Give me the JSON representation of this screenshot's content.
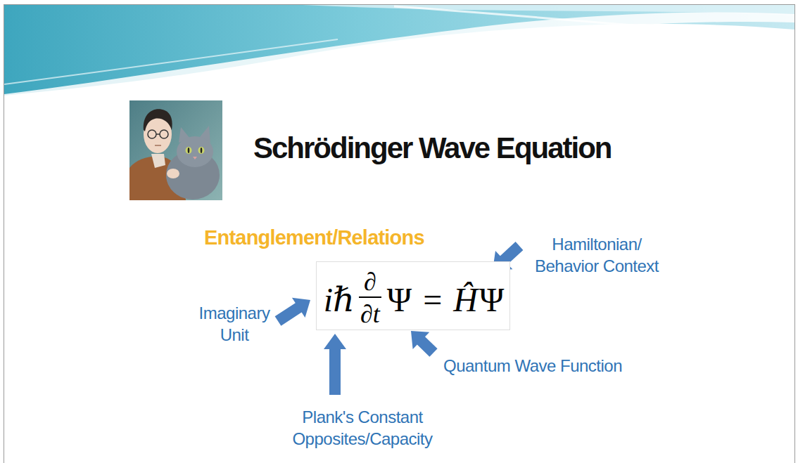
{
  "diagram": {
    "title": "Schrödinger Wave Equation",
    "nodes": [
      {
        "text": [
          "iℏ",
          "∂",
          "∂t",
          "Ψ",
          "=",
          "Ĥ",
          "Ψ"
        ]
      }
    ],
    "labels": [
      "Entanglement/Relations",
      "Hamiltonian/ Behavior Context",
      "Imaginary Unit",
      "Quantum Wave Function",
      "Plank's Constant Opposites/Capacity"
    ]
  }
}
